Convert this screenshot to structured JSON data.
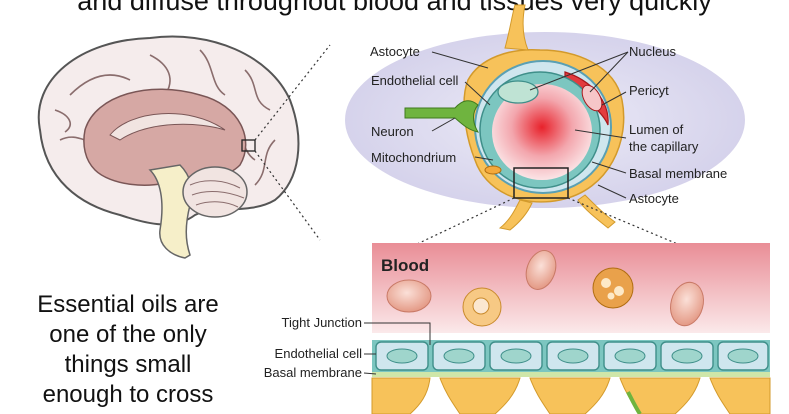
{
  "headline": "and diffuse throughout blood and tissues very quickly",
  "side_text": [
    "Essential oils are",
    "one of the only",
    "things small",
    "enough to cross"
  ],
  "capillary_labels": {
    "astrocyte_top": "Astocyte",
    "endothelial": "Endothelial cell",
    "neuron": "Neuron",
    "mitochondrium": "Mitochondrium",
    "nucleus": "Nucleus",
    "pericyt": "Pericyt",
    "lumen_line1": "Lumen of",
    "lumen_line2": "the capillary",
    "basal": "Basal membrane",
    "astrocyte_bottom": "Astocyte"
  },
  "barrier_labels": {
    "blood": "Blood",
    "tight_junction": "Tight Junction",
    "endothelial": "Endothelial cell",
    "basal": "Basal membrane"
  },
  "colors": {
    "blood_band": "#e98d96",
    "lumen_red": "#e8222b",
    "endothelial_teal": "#7cc6c0",
    "astrocyte_yellow": "#f7c25a",
    "brain_pink": "#d6a8a4",
    "capillary_bg": "#dedcf0"
  }
}
